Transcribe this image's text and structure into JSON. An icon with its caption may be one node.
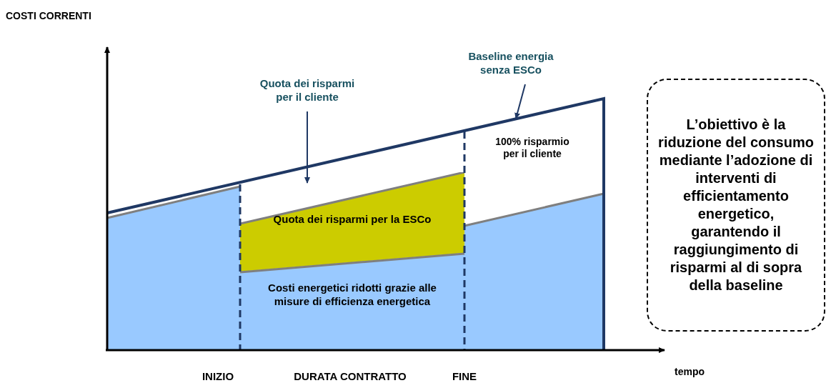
{
  "diagram": {
    "nodes": [
      {
        "text": [
          "Quota dei risparmi per il cliente"
        ]
      },
      {
        "text": [
          "Baseline energia senza ESCo"
        ]
      },
      {
        "text": [
          "Quota dei risparmi per la ESCo"
        ]
      },
      {
        "text": [
          "Costi energetici ridotti grazie alle misure di efficienza energetica"
        ]
      },
      {
        "text": [
          "L’obiettivo è la riduzione del consumo mediante l’adozione di interventi di efficientamento energetico, garantendo il raggiungimento di risparmi al di sopra della baseline"
        ]
      }
    ],
    "edges": [
      {
        "from": 0,
        "to": null,
        "arrow": "to"
      },
      {
        "from": 1,
        "to": null,
        "arrow": "to"
      }
    ],
    "labels": [
      "COSTI CORRENTI",
      "100% risparmio per il cliente",
      "INIZIO",
      "DURATA CONTRATTO",
      "FINE",
      "tempo"
    ]
  }
}
